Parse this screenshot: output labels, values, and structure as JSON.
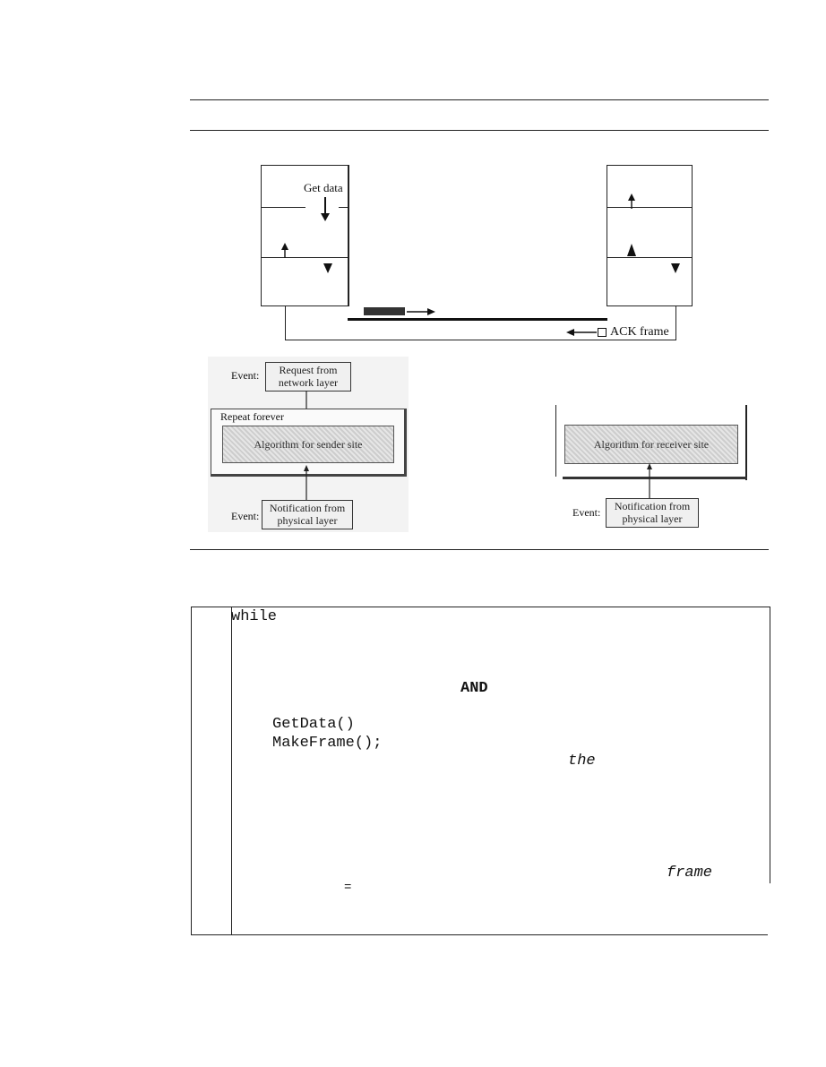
{
  "figure": {
    "sender_get_data": "Get data",
    "ack_frame": "ACK frame",
    "sender_panel": {
      "event_top": "Event:",
      "request_box": "Request from network layer",
      "repeat_label": "Repeat forever",
      "algorithm": "Algorithm for sender site",
      "event_bottom": "Event:",
      "notify_box": "Notification from physical layer"
    },
    "receiver_panel": {
      "algorithm": "Algorithm for receiver site",
      "event": "Event:",
      "notify_box": "Notification from physical layer"
    }
  },
  "code": {
    "while": "while",
    "and": "AND",
    "getdata": "GetData()",
    "makeframe": "MakeFrame();",
    "the": "the",
    "frame": "frame",
    "equals": "="
  }
}
